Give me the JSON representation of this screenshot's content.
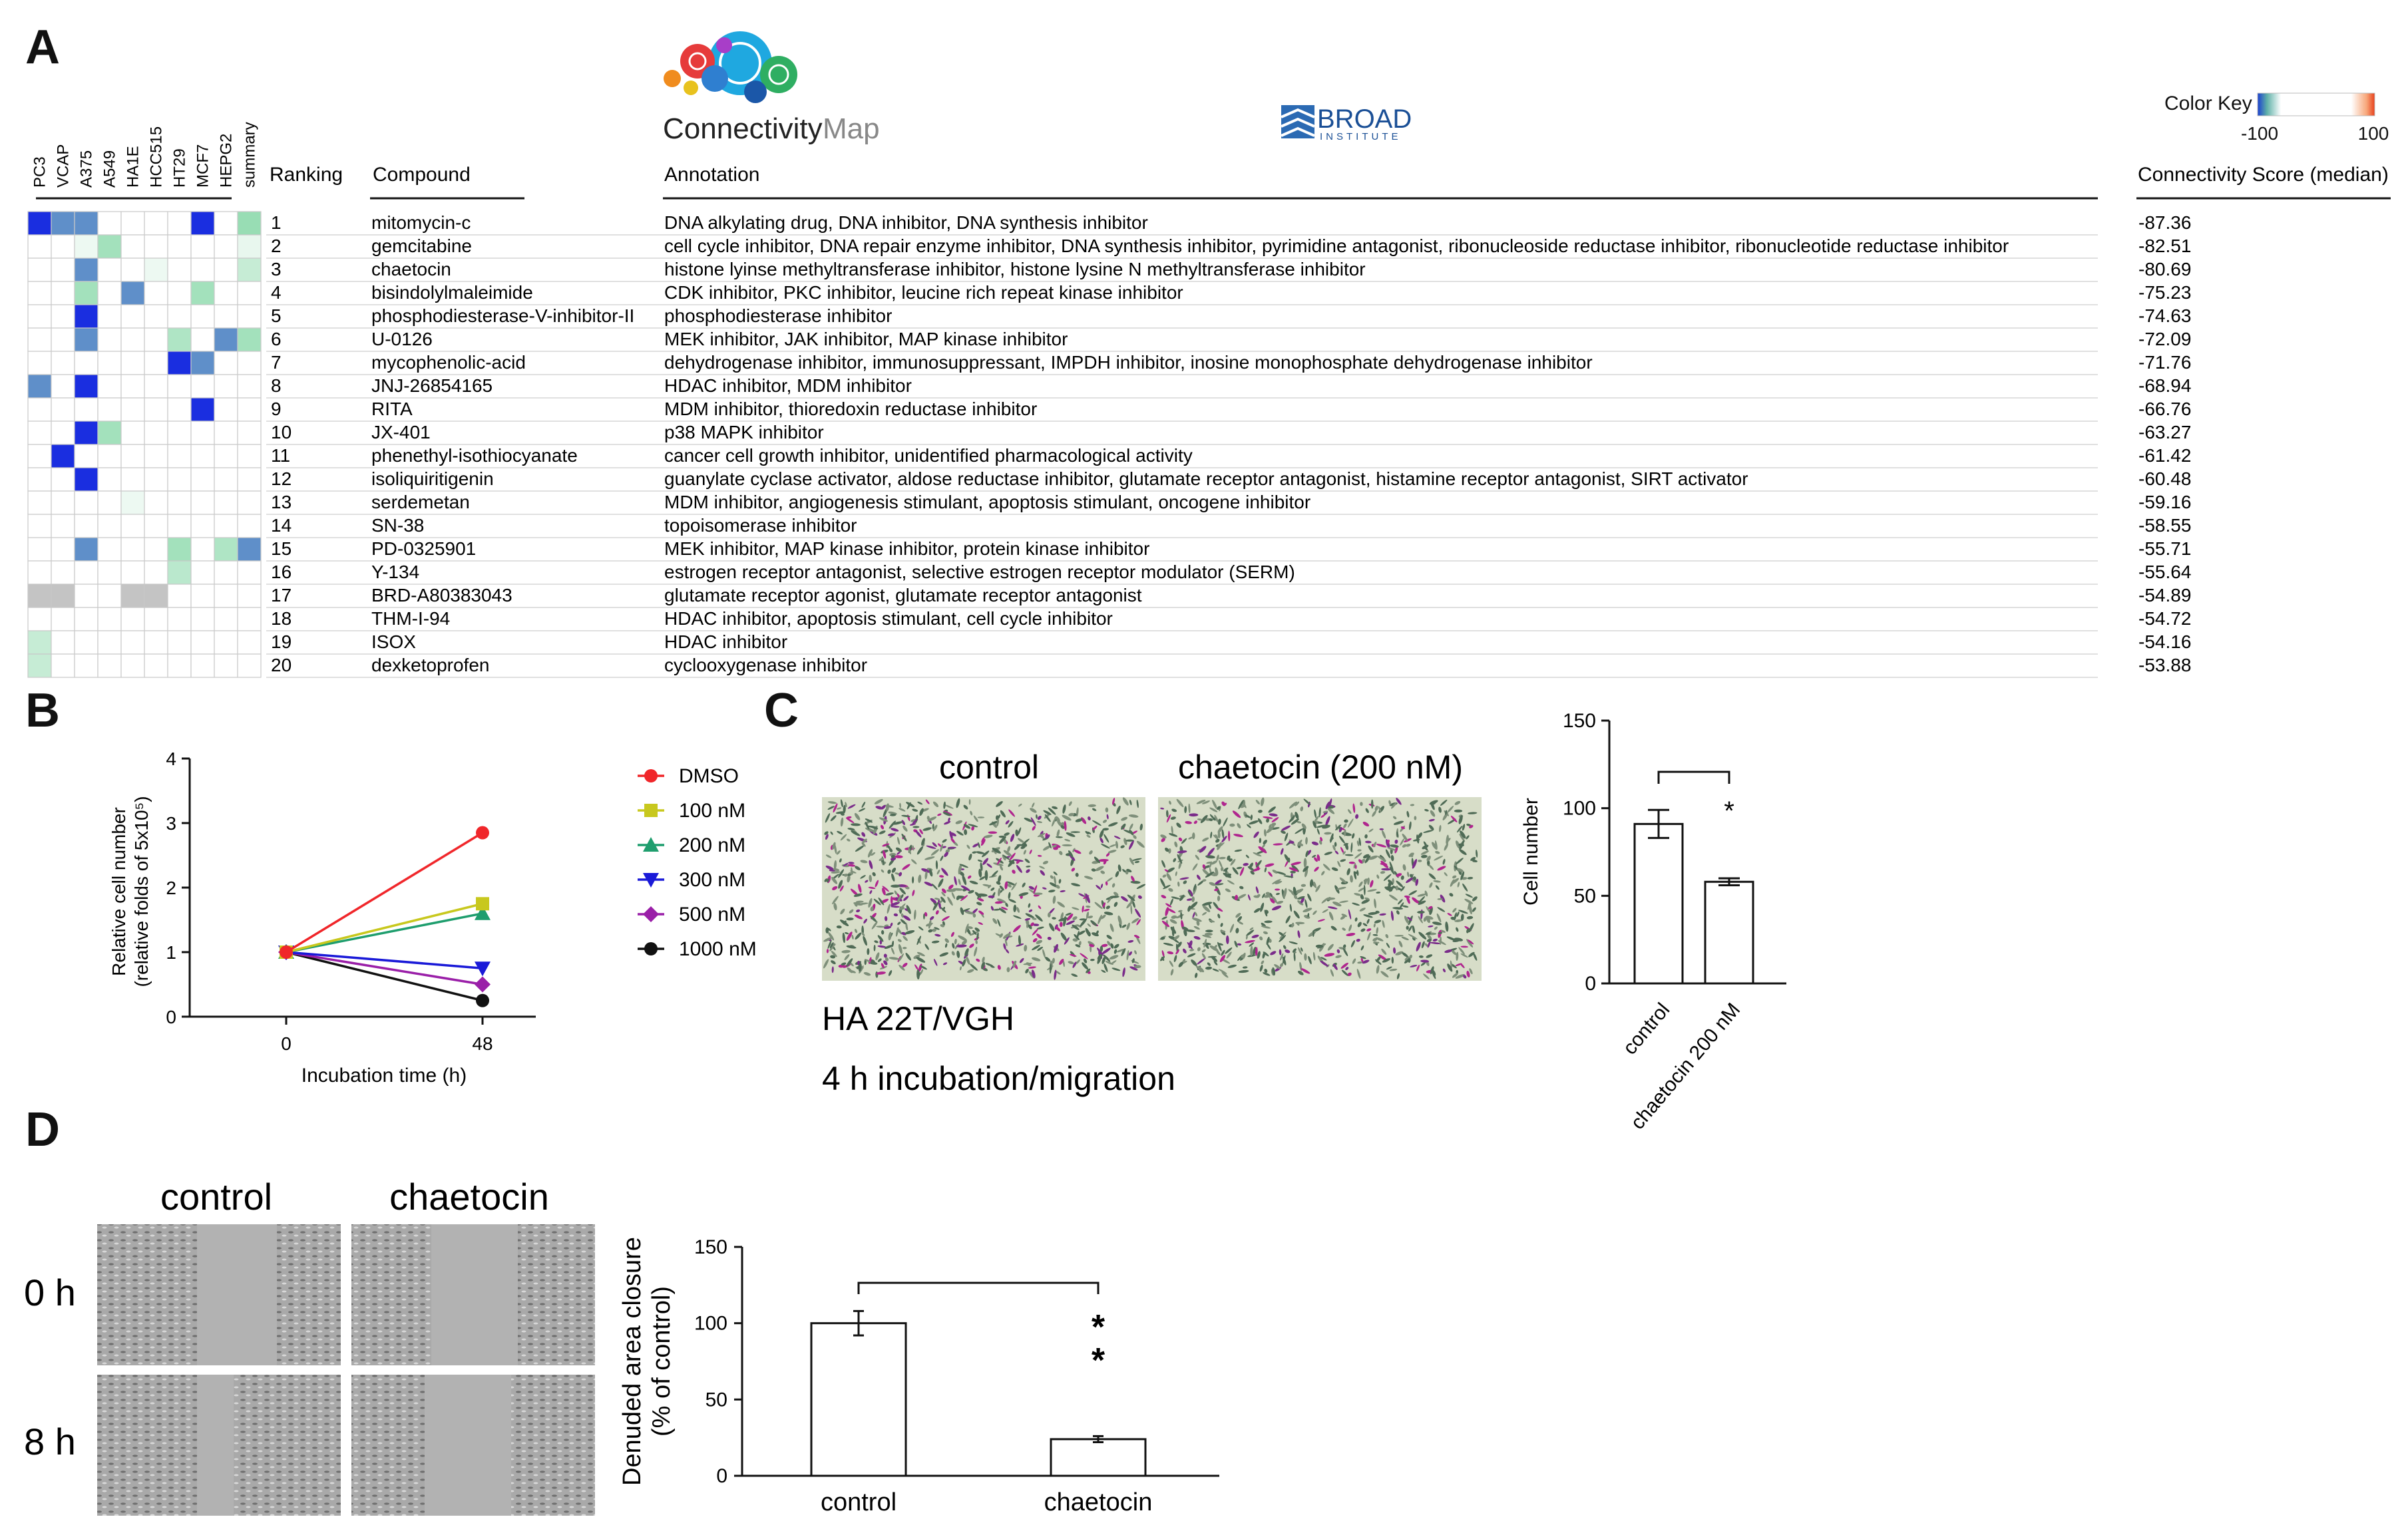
{
  "panels": {
    "A": "A",
    "B": "B",
    "C": "C",
    "D": "D"
  },
  "cmap": {
    "logo_word1": "Connectivity",
    "logo_word2": "Map",
    "broad_line1": "BROAD",
    "broad_line2": "INSTITUTE",
    "color_key_title": "Color Key",
    "color_key_min": "-100",
    "color_key_max": "100",
    "headers": {
      "ranking": "Ranking",
      "compound": "Compound",
      "annotation": "Annotation",
      "score": "Connectivity Score (median)"
    },
    "cell_lines": [
      "PC3",
      "VCAP",
      "A375",
      "A549",
      "HA1E",
      "HCC515",
      "HT29",
      "MCF7",
      "HEPG2",
      "summary"
    ],
    "rows": [
      {
        "rank": "1",
        "compound": "mitomycin-c",
        "annotation": "DNA alkylating drug, DNA inhibitor, DNA synthesis inhibitor",
        "score": "-87.36",
        "cells": [
          -95,
          -55,
          -60,
          0,
          0,
          0,
          0,
          -95,
          0,
          45
        ]
      },
      {
        "rank": "2",
        "compound": "gemcitabine",
        "annotation": "cell cycle inhibitor, DNA repair enzyme inhibitor, DNA synthesis inhibitor, pyrimidine antagonist, ribonucleoside reductase inhibitor, ribonucleotide reductase inhibitor",
        "score": "-82.51",
        "cells": [
          0,
          0,
          8,
          40,
          0,
          0,
          0,
          0,
          0,
          10
        ]
      },
      {
        "rank": "3",
        "compound": "chaetocin",
        "annotation": "histone lyinse methyltransferase inhibitor, histone lysine N methyltransferase inhibitor",
        "score": "-80.69",
        "cells": [
          0,
          0,
          -45,
          0,
          0,
          8,
          0,
          0,
          0,
          25
        ]
      },
      {
        "rank": "4",
        "compound": "bisindolylmaleimide",
        "annotation": "CDK inhibitor, PKC inhibitor, leucine rich repeat kinase inhibitor",
        "score": "-75.23",
        "cells": [
          0,
          0,
          40,
          0,
          -60,
          0,
          0,
          40,
          0,
          0
        ]
      },
      {
        "rank": "5",
        "compound": "phosphodiesterase-V-inhibitor-II",
        "annotation": "phosphodiesterase inhibitor",
        "score": "-74.63",
        "cells": [
          0,
          0,
          -95,
          0,
          0,
          0,
          0,
          0,
          0,
          0
        ]
      },
      {
        "rank": "6",
        "compound": "U-0126",
        "annotation": "MEK inhibitor, JAK inhibitor, MAP kinase inhibitor",
        "score": "-72.09",
        "cells": [
          0,
          0,
          -65,
          0,
          0,
          0,
          35,
          0,
          -45,
          40
        ]
      },
      {
        "rank": "7",
        "compound": "mycophenolic-acid",
        "annotation": "dehydrogenase inhibitor, immunosuppressant, IMPDH inhibitor, inosine monophosphate dehydrogenase inhibitor",
        "score": "-71.76",
        "cells": [
          0,
          0,
          0,
          0,
          0,
          0,
          -95,
          -55,
          0,
          0
        ]
      },
      {
        "rank": "8",
        "compound": "JNJ-26854165",
        "annotation": "HDAC inhibitor, MDM inhibitor",
        "score": "-68.94",
        "cells": [
          -50,
          0,
          -95,
          0,
          0,
          0,
          0,
          0,
          0,
          0
        ]
      },
      {
        "rank": "9",
        "compound": "RITA",
        "annotation": "MDM inhibitor, thioredoxin reductase inhibitor",
        "score": "-66.76",
        "cells": [
          0,
          0,
          0,
          0,
          0,
          0,
          0,
          -95,
          0,
          0
        ]
      },
      {
        "rank": "10",
        "compound": "JX-401",
        "annotation": "p38 MAPK inhibitor",
        "score": "-63.27",
        "cells": [
          0,
          0,
          -95,
          40,
          0,
          0,
          0,
          0,
          0,
          0
        ]
      },
      {
        "rank": "11",
        "compound": "phenethyl-isothiocyanate",
        "annotation": "cancer cell growth inhibitor, unidentified pharmacological activity",
        "score": "-61.42",
        "cells": [
          0,
          -85,
          0,
          0,
          0,
          0,
          0,
          0,
          0,
          0
        ]
      },
      {
        "rank": "12",
        "compound": "isoliquiritigenin",
        "annotation": "guanylate cyclase activator, aldose reductase inhibitor, glutamate receptor antagonist, histamine receptor antagonist, SIRT activator",
        "score": "-60.48",
        "cells": [
          0,
          0,
          -95,
          0,
          0,
          0,
          0,
          0,
          0,
          0
        ]
      },
      {
        "rank": "13",
        "compound": "serdemetan",
        "annotation": "MDM inhibitor, angiogenesis stimulant, apoptosis stimulant, oncogene inhibitor",
        "score": "-59.16",
        "cells": [
          0,
          0,
          0,
          0,
          8,
          0,
          0,
          0,
          0,
          0
        ]
      },
      {
        "rank": "14",
        "compound": "SN-38",
        "annotation": "topoisomerase inhibitor",
        "score": "-58.55",
        "cells": [
          0,
          0,
          0,
          0,
          0,
          0,
          0,
          0,
          0,
          0
        ]
      },
      {
        "rank": "15",
        "compound": "PD-0325901",
        "annotation": "MEK inhibitor, MAP kinase inhibitor, protein kinase inhibitor",
        "score": "-55.71",
        "cells": [
          0,
          0,
          -45,
          0,
          0,
          0,
          40,
          0,
          35,
          -75
        ]
      },
      {
        "rank": "16",
        "compound": "Y-134",
        "annotation": "estrogen receptor antagonist, selective estrogen receptor modulator (SERM)",
        "score": "-55.64",
        "cells": [
          0,
          0,
          0,
          0,
          0,
          0,
          30,
          0,
          0,
          0
        ]
      },
      {
        "rank": "17",
        "compound": "BRD-A80383043",
        "annotation": "glutamate receptor agonist, glutamate receptor antagonist",
        "score": "-54.89",
        "cells": [
          "na",
          "na",
          0,
          0,
          "na",
          "na",
          0,
          0,
          0,
          0
        ]
      },
      {
        "rank": "18",
        "compound": "THM-I-94",
        "annotation": "HDAC inhibitor, apoptosis stimulant, cell cycle inhibitor",
        "score": "-54.72",
        "cells": [
          0,
          0,
          0,
          0,
          0,
          0,
          0,
          0,
          0,
          0
        ]
      },
      {
        "rank": "19",
        "compound": "ISOX",
        "annotation": "HDAC inhibitor",
        "score": "-54.16",
        "cells": [
          25,
          0,
          0,
          0,
          0,
          0,
          0,
          0,
          0,
          0
        ]
      },
      {
        "rank": "20",
        "compound": "dexketoprofen",
        "annotation": "cyclooxygenase inhibitor",
        "score": "-53.88",
        "cells": [
          25,
          0,
          0,
          0,
          0,
          0,
          0,
          0,
          0,
          0
        ]
      }
    ]
  },
  "panel_b": {
    "chart_data": {
      "type": "line",
      "xlabel": "Incubation time (h)",
      "ylabel_line1": "Relative cell number",
      "ylabel_line2": "(relative folds of 5x10⁵)",
      "x_ticks": [
        "0",
        "48"
      ],
      "y_ticks": [
        "0",
        "1",
        "2",
        "3",
        "4"
      ],
      "ylim": [
        0,
        4
      ],
      "x": [
        0,
        48
      ],
      "series": [
        {
          "name": "DMSO",
          "values": [
            1,
            2.85
          ],
          "color": "#f0262a",
          "marker": "circle"
        },
        {
          "name": "100 nM",
          "values": [
            1,
            1.75
          ],
          "color": "#c8c81e",
          "marker": "square"
        },
        {
          "name": "200 nM",
          "values": [
            1,
            1.6
          ],
          "color": "#1f9e6e",
          "marker": "triangle-up"
        },
        {
          "name": "300 nM",
          "values": [
            1,
            0.75
          ],
          "color": "#1a1ad8",
          "marker": "triangle-down"
        },
        {
          "name": "500 nM",
          "values": [
            1,
            0.5
          ],
          "color": "#9a1fa8",
          "marker": "diamond"
        },
        {
          "name": "1000 nM",
          "values": [
            1,
            0.25
          ],
          "color": "#111111",
          "marker": "circle"
        }
      ]
    }
  },
  "panel_c": {
    "image_label_control": "control",
    "image_label_treated": "chaetocin (200 nM)",
    "cell_line": "HA 22T/VGH",
    "condition": "4 h incubation/migration",
    "chart_data": {
      "type": "bar",
      "categories": [
        "control",
        "chaetocin 200 nM"
      ],
      "values": [
        91,
        58
      ],
      "errors": [
        8,
        2
      ],
      "ylabel": "Cell number",
      "y_ticks": [
        "0",
        "50",
        "100",
        "150"
      ],
      "ylim": [
        0,
        150
      ],
      "significance": "*"
    }
  },
  "panel_d": {
    "image_label_control": "control",
    "image_label_treated": "chaetocin",
    "row_label_0h": "0 h",
    "row_label_8h": "8 h",
    "chart_data": {
      "type": "bar",
      "categories": [
        "control",
        "chaetocin"
      ],
      "values": [
        100,
        24
      ],
      "errors": [
        8,
        2
      ],
      "ylabel_line1": "Denuded area closure",
      "ylabel_line2": "(% of control)",
      "y_ticks": [
        "0",
        "50",
        "100",
        "150"
      ],
      "ylim": [
        0,
        150
      ],
      "significance_line1": "*",
      "significance_line2": "*"
    }
  },
  "colors": {
    "neg_strong": "#1a2ee0",
    "neg_mid": "#5f8fc9",
    "pos_light": "#98ddb4",
    "na": "#c4c4c4",
    "grid": "#c9c9c9"
  }
}
